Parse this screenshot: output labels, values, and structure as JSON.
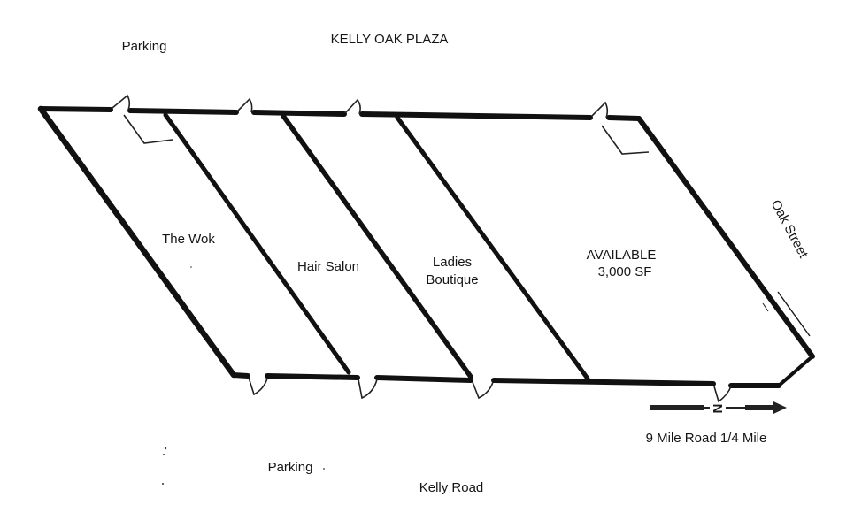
{
  "title": "KELLY OAK PLAZA",
  "labels": {
    "parking_top": "Parking",
    "parking_bottom": "Parking",
    "oak_street": "Oak Street",
    "kelly_road": "Kelly Road",
    "nine_mile": "9 Mile Road 1/4 Mile",
    "north": "N"
  },
  "units": [
    {
      "lines": [
        "The Wok"
      ]
    },
    {
      "lines": [
        "Hair Salon"
      ]
    },
    {
      "lines": [
        "Ladies",
        "Boutique"
      ]
    },
    {
      "lines": [
        "AVAILABLE",
        "3,000 SF"
      ]
    }
  ]
}
